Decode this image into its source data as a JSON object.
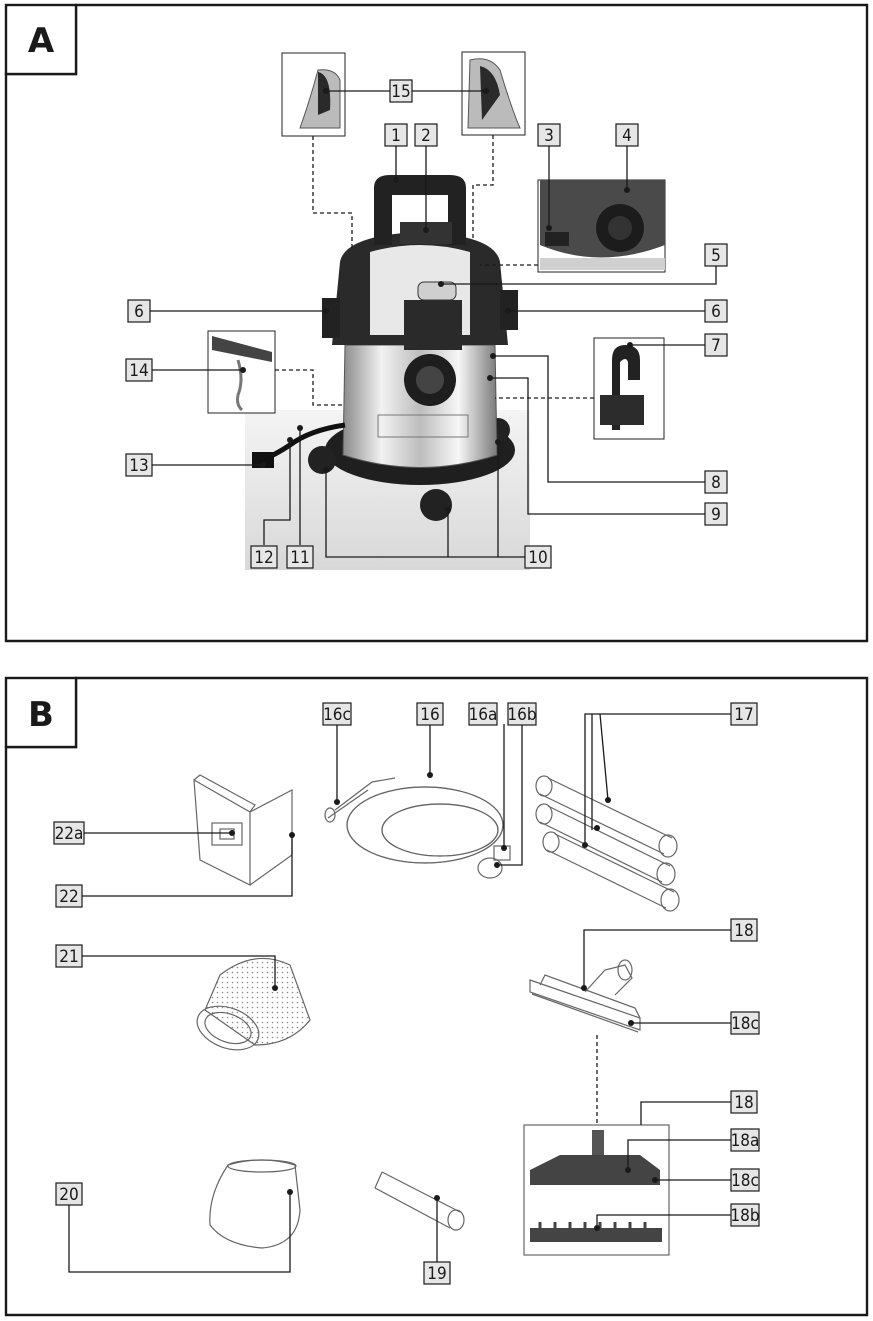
{
  "panels": [
    {
      "id": "A"
    },
    {
      "id": "B"
    }
  ],
  "panel_a_labels": [
    "15",
    "1",
    "2",
    "3",
    "4",
    "5",
    "6",
    "6",
    "7",
    "14",
    "8",
    "9",
    "13",
    "12",
    "11",
    "10"
  ],
  "panel_b_labels": [
    "16c",
    "16",
    "16a",
    "16b",
    "17",
    "22a",
    "22",
    "21",
    "18",
    "18c",
    "18",
    "18a",
    "18c",
    "18b",
    "20",
    "19"
  ]
}
